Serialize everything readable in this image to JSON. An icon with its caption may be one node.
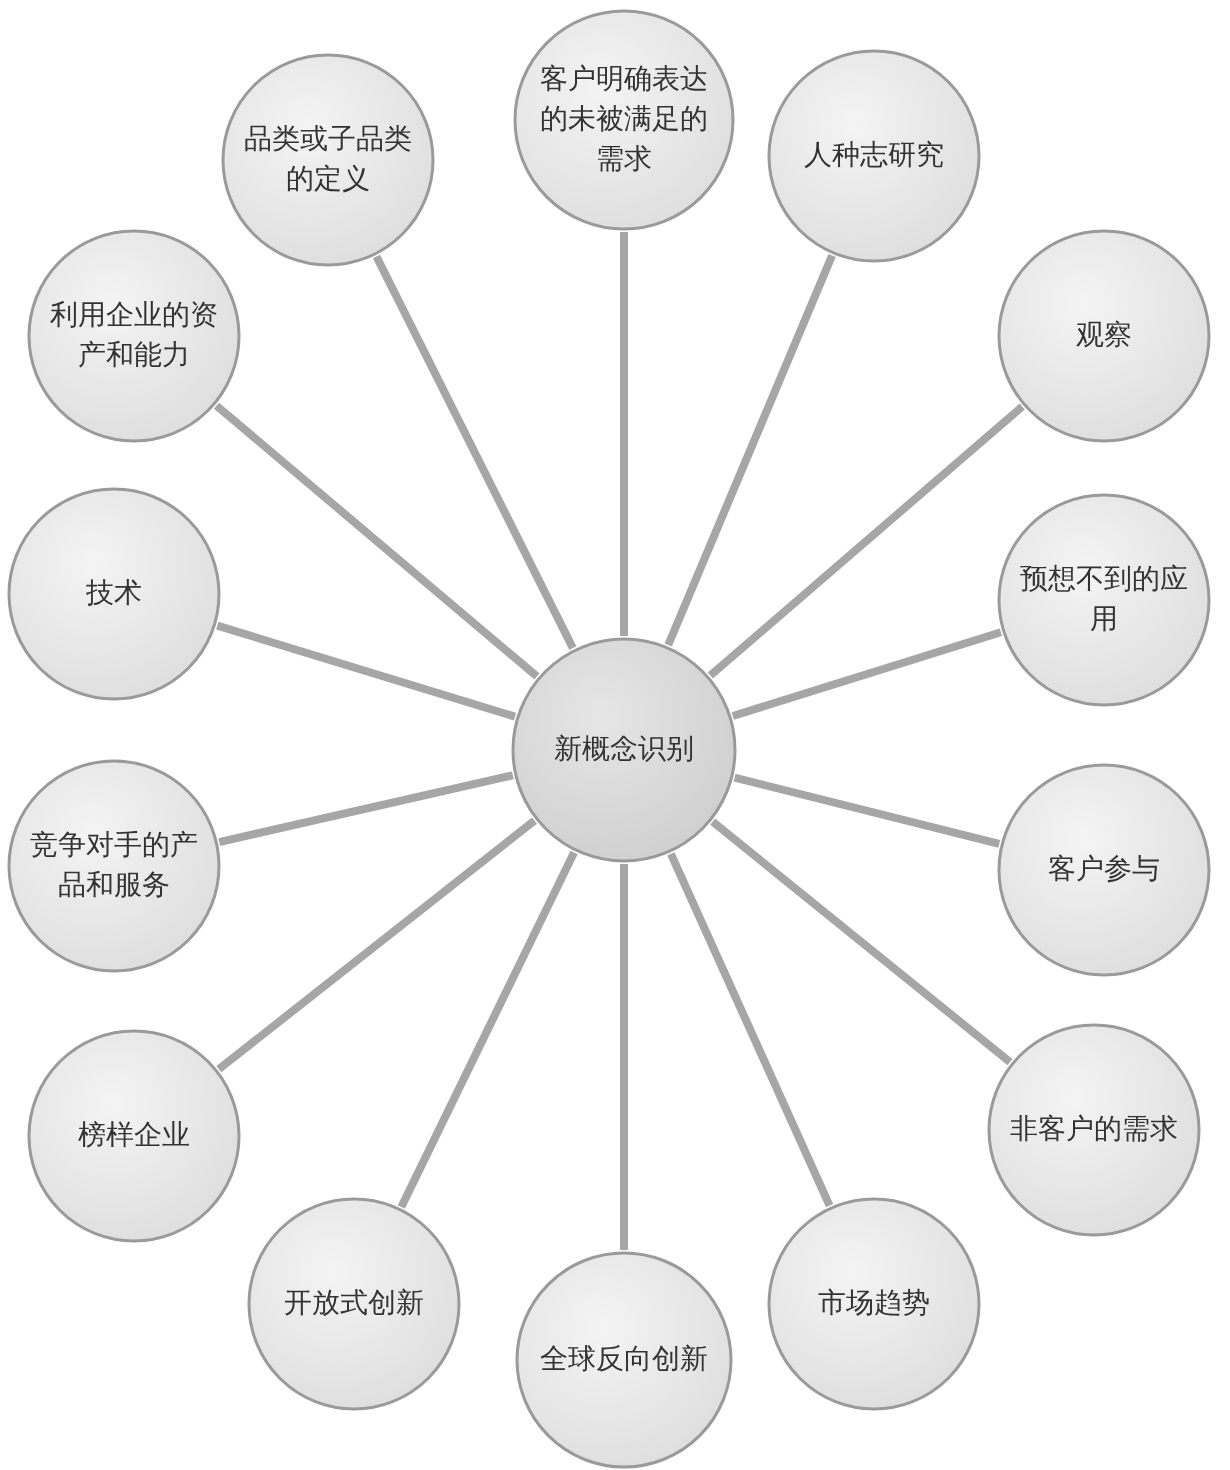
{
  "diagram": {
    "nodes": [
      {
        "text": [
          "新概念识别"
        ]
      },
      {
        "text": [
          "客户明确表达的未被满足的需求"
        ]
      },
      {
        "text": [
          "人种志研究"
        ]
      },
      {
        "text": [
          "观察"
        ]
      },
      {
        "text": [
          "预想不到的应用"
        ]
      },
      {
        "text": [
          "客户参与"
        ]
      },
      {
        "text": [
          "非客户的需求"
        ]
      },
      {
        "text": [
          "市场趋势"
        ]
      },
      {
        "text": [
          "全球反向创新"
        ]
      },
      {
        "text": [
          "开放式创新"
        ]
      },
      {
        "text": [
          "榜样企业"
        ]
      },
      {
        "text": [
          "竞争对手的产品和服务"
        ]
      },
      {
        "text": [
          "技术"
        ]
      },
      {
        "text": [
          "利用企业的资产和能力"
        ]
      },
      {
        "text": [
          "品类或子品类的定义"
        ]
      }
    ],
    "edges": [
      {
        "from": 0,
        "to": 1,
        "arrow": "none"
      },
      {
        "from": 0,
        "to": 2,
        "arrow": "none"
      },
      {
        "from": 0,
        "to": 3,
        "arrow": "none"
      },
      {
        "from": 0,
        "to": 4,
        "arrow": "none"
      },
      {
        "from": 0,
        "to": 5,
        "arrow": "none"
      },
      {
        "from": 0,
        "to": 6,
        "arrow": "none"
      },
      {
        "from": 0,
        "to": 7,
        "arrow": "none"
      },
      {
        "from": 0,
        "to": 8,
        "arrow": "none"
      },
      {
        "from": 0,
        "to": 9,
        "arrow": "none"
      },
      {
        "from": 0,
        "to": 10,
        "arrow": "none"
      },
      {
        "from": 0,
        "to": 11,
        "arrow": "none"
      },
      {
        "from": 0,
        "to": 12,
        "arrow": "none"
      },
      {
        "from": 0,
        "to": 13,
        "arrow": "none"
      },
      {
        "from": 0,
        "to": 14,
        "arrow": "none"
      }
    ]
  }
}
